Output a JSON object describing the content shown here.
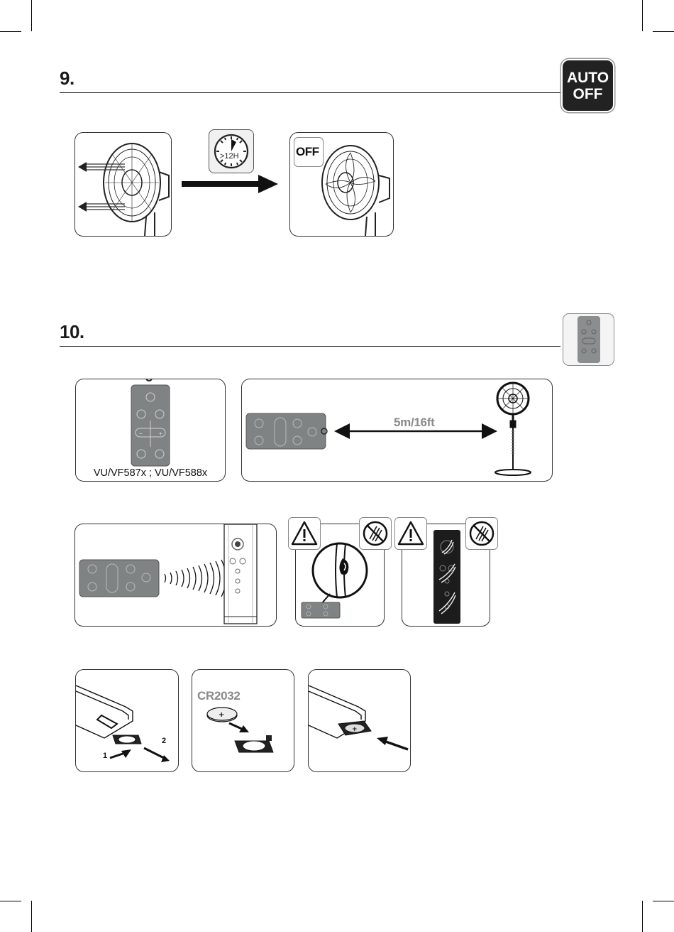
{
  "section9": {
    "number": "9.",
    "badge_line1": "AUTO",
    "badge_line2": "OFF",
    "timer_label": ">12H",
    "off_label": "OFF"
  },
  "section10": {
    "number": "10.",
    "model_caption": "VU/VF587x ; VU/VF588x",
    "distance_label": "5m/16ft",
    "battery_label": "CR2032",
    "step1": "1",
    "step2": "2"
  },
  "colors": {
    "remote_gray": "#7f8384",
    "remote_dark": "#1c1c1c",
    "ink": "#1a1a1a",
    "gray_text": "#8a8a8a"
  },
  "icons": [
    "timer-dial-icon",
    "arrow-right-icon",
    "warning-triangle-icon",
    "no-scratch-icon",
    "power-icon",
    "oscillation-icon",
    "fan-speed-icon",
    "timer-icon",
    "mode-icon",
    "battery-coin-icon"
  ]
}
